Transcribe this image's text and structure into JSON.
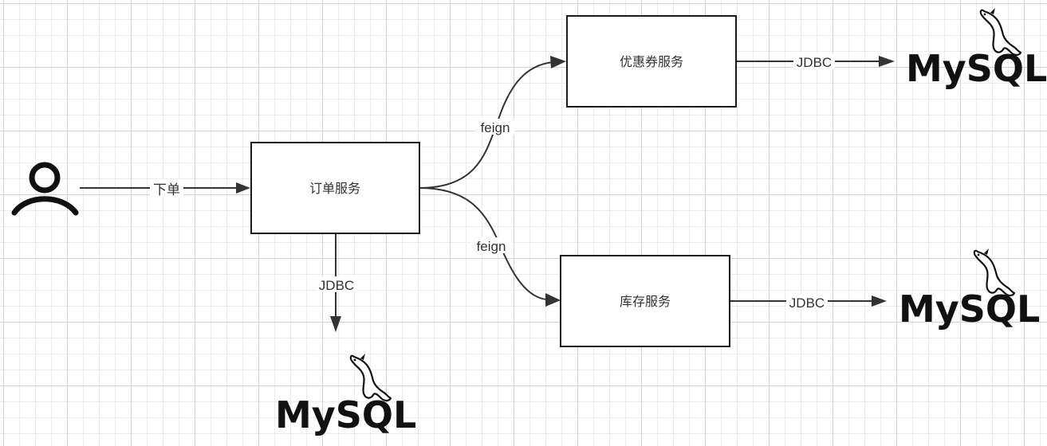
{
  "nodes": {
    "order_service": "订单服务",
    "coupon_service": "优惠券服务",
    "inventory_service": "库存服务"
  },
  "edges": {
    "user_to_order": "下单",
    "order_to_coupon": "feign",
    "order_to_inventory": "feign",
    "order_to_db": "JDBC",
    "coupon_to_db": "JDBC",
    "inventory_to_db": "JDBC"
  },
  "databases": {
    "order_db": "MySQL",
    "coupon_db": "MySQL",
    "inventory_db": "MySQL"
  },
  "icons": {
    "user": "user-icon",
    "database": "mysql-dolphin-icon"
  }
}
